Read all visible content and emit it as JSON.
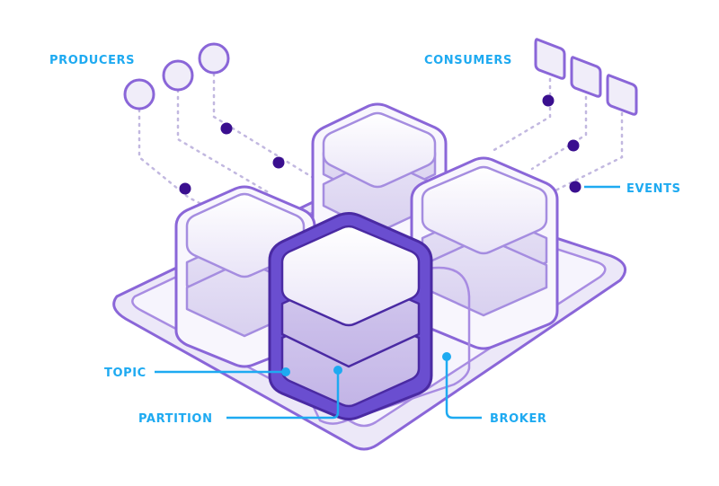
{
  "labels": {
    "producers": "PRODUCERS",
    "consumers": "CONSUMERS",
    "events": "EVENTS",
    "topic": "TOPIC",
    "partition": "PARTITION",
    "broker": "BROKER"
  },
  "colors": {
    "label": "#1eaaf1",
    "outline": "#8a66d8",
    "outline_soft": "#bcaee8",
    "hex_dark": "#4a2aa3",
    "hex_dark_fill": "#6a4ed0",
    "event_dot": "#3a0f8f",
    "dotted_line": "#c2b8e0",
    "platform_fill": "#ece8f8",
    "platform_inner": "#f6f4fd",
    "layer_fill": "#ffffff",
    "layer_shade": "#e2dcf3"
  },
  "icons": {
    "producer": "circle-icon",
    "consumer": "square-icon",
    "event": "dot-icon"
  }
}
